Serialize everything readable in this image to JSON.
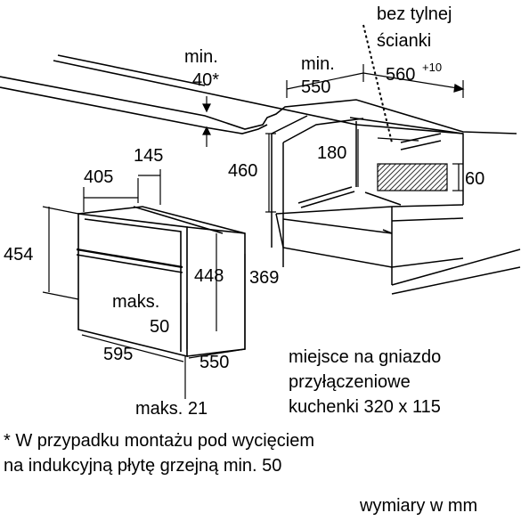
{
  "labels": {
    "bez_tylnej": "bez tylnej",
    "scianki": "ścianki",
    "min_40_a": "min.",
    "min_40_b": "40*",
    "min_550_a": "min.",
    "min_550_b": "550",
    "d560": "560",
    "d560_tol": "+10",
    "d180": "180",
    "d60": "60",
    "d460": "460",
    "d405": "405",
    "d145": "145",
    "d454": "454",
    "d448": "448",
    "d369": "369",
    "maks_a": "maks.",
    "maks_b": "50",
    "d595": "595",
    "d550": "550",
    "maks21": "maks. 21"
  },
  "socket_note": {
    "line1": "miejsce na gniazdo",
    "line2": "przyłączeniowe",
    "line3": "kuchenki 320 x 115"
  },
  "footnote": {
    "line1": "* W przypadku montażu pod wycięciem",
    "line2": "na indukcyjną płytę grzejną min. 50"
  },
  "units": "wymiary w mm"
}
